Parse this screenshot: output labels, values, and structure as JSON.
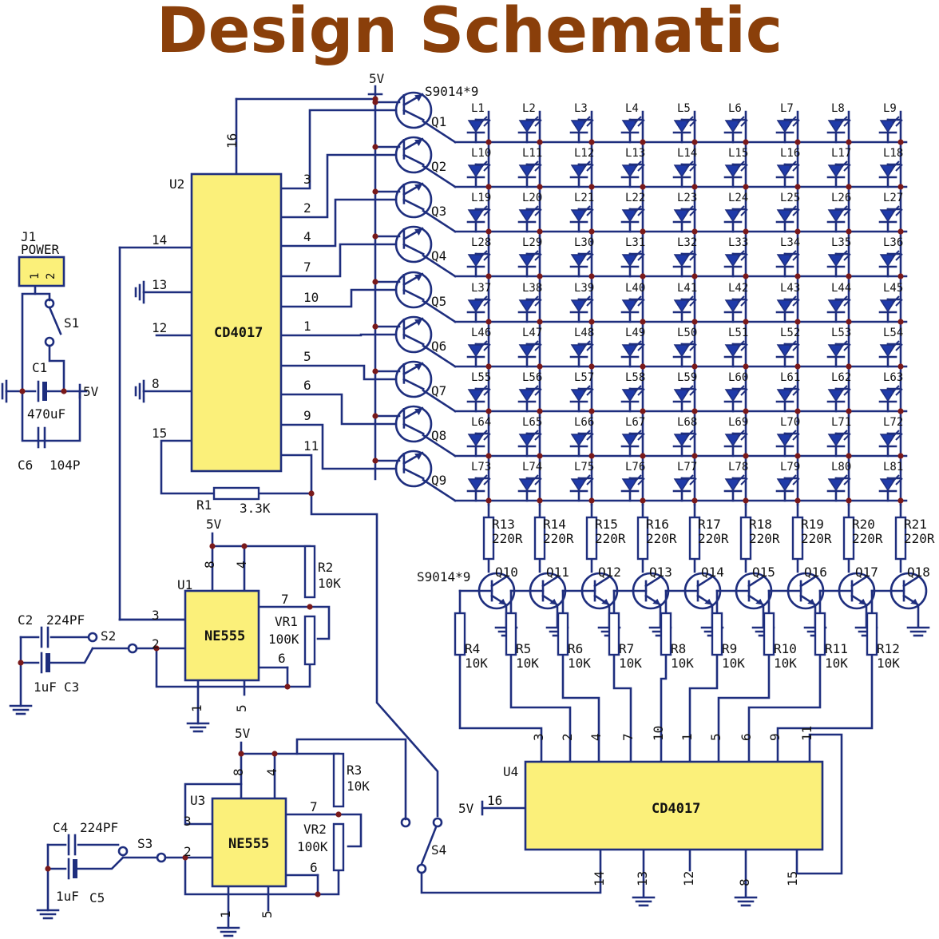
{
  "title": "Design Schematic",
  "labels": {
    "vcc": "5V",
    "q_part": "S9014*9",
    "q_part2": "S9014*9",
    "u1": "U1",
    "u2": "U2",
    "u3": "U3",
    "u4": "U4",
    "cd4017": "CD4017",
    "ne555": "NE555",
    "j1": "J1",
    "power": "POWER",
    "j1_pins": [
      "1",
      "2"
    ],
    "s1": "S1",
    "s2": "S2",
    "s3": "S3",
    "s4": "S4",
    "c1": "C1",
    "c1_val": "470uF",
    "c6": "C6",
    "c6_val": "104P",
    "c2": "C2",
    "c2_val": "224PF",
    "c3": "C3",
    "c3_val": "1uF",
    "c4": "C4",
    "c4_val": "224PF",
    "c5": "C5",
    "c5_val": "1uF",
    "r1": "R1",
    "r1_val": "3.3K",
    "r2": "R2",
    "r2_val": "10K",
    "r3": "R3",
    "r3_val": "10K",
    "vr1": "VR1",
    "vr1_val": "100K",
    "vr2": "VR2",
    "vr2_val": "100K"
  },
  "u2_left_pins": [
    "14",
    "13",
    "12",
    "8",
    "15"
  ],
  "u2_top_pin": "16",
  "u2_right_pins": [
    "3",
    "2",
    "4",
    "7",
    "10",
    "1",
    "5",
    "6",
    "9",
    "11"
  ],
  "u4_top_pins": [
    "3",
    "2",
    "4",
    "7",
    "10",
    "1",
    "5",
    "6",
    "9",
    "11"
  ],
  "u4_bottom_pins": [
    "14",
    "13",
    "12",
    "8",
    "15"
  ],
  "u4_left_pin": "16",
  "ne555_pins": {
    "p8": "8",
    "p4": "4",
    "p7": "7",
    "p3": "3",
    "p2": "2",
    "p6": "6",
    "p1": "1",
    "p5": "5"
  },
  "row_transistors": [
    "Q1",
    "Q2",
    "Q3",
    "Q4",
    "Q5",
    "Q6",
    "Q7",
    "Q8",
    "Q9"
  ],
  "col_transistors": [
    "Q10",
    "Q11",
    "Q12",
    "Q13",
    "Q14",
    "Q15",
    "Q16",
    "Q17",
    "Q18"
  ],
  "col_resistors": [
    "R13",
    "R14",
    "R15",
    "R16",
    "R17",
    "R18",
    "R19",
    "R20",
    "R21"
  ],
  "col_resistor_value": "220R",
  "base_resistors": [
    "R4",
    "R5",
    "R6",
    "R7",
    "R8",
    "R9",
    "R10",
    "R11",
    "R12"
  ],
  "base_resistor_value": "10K",
  "led_prefix": "L",
  "led_count": 81
}
